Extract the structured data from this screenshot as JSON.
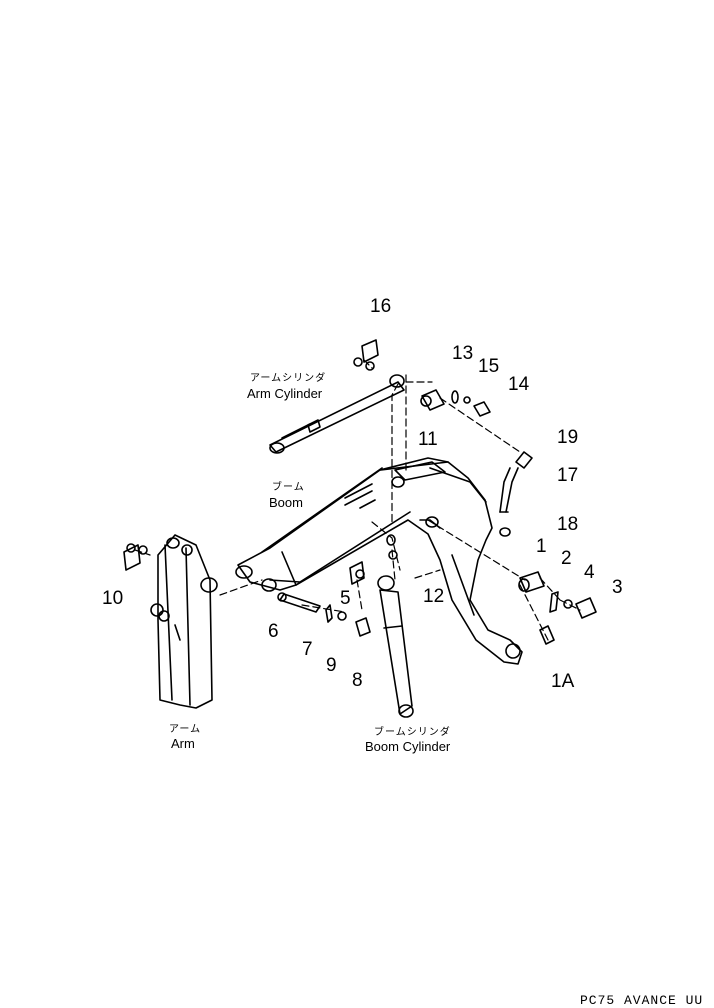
{
  "part_numbers": [
    "16",
    "13",
    "15",
    "14",
    "11",
    "19",
    "17",
    "18",
    "1",
    "2",
    "4",
    "3",
    "10",
    "6",
    "7",
    "9",
    "8",
    "5",
    "12",
    "1A"
  ],
  "components": {
    "arm_cylinder": {
      "jp": "アームシリンダ",
      "en": "Arm Cylinder"
    },
    "boom": {
      "jp": "ブーム",
      "en": "Boom"
    },
    "arm": {
      "jp": "アーム",
      "en": "Arm"
    },
    "boom_cylinder": {
      "jp": "ブームシリンダ",
      "en": "Boom Cylinder"
    }
  },
  "footer_code": "PC75 AVANCE UU"
}
